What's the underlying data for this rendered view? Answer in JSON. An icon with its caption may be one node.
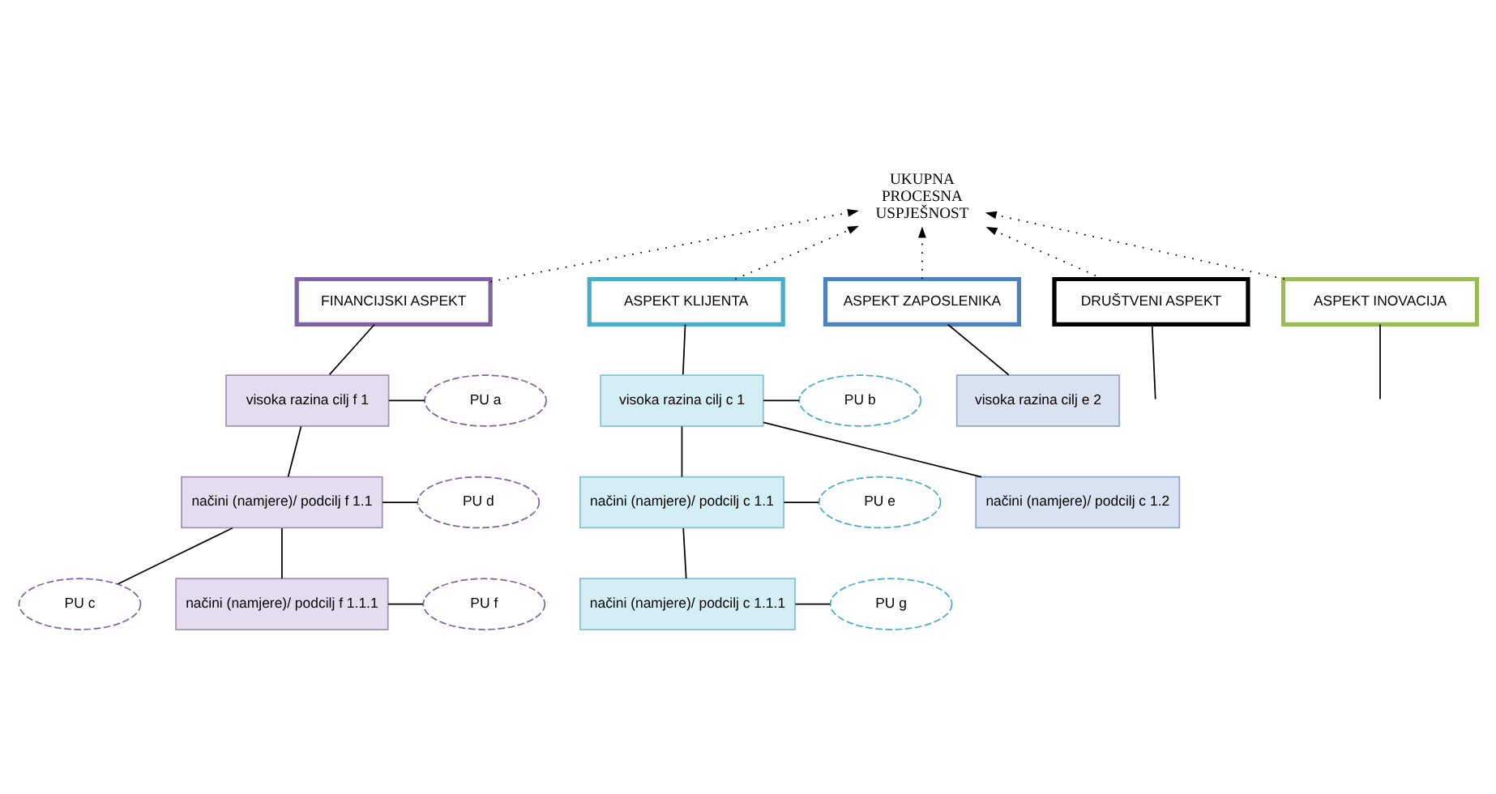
{
  "diagram": {
    "nodes": [
      {
        "text": [
          "UKUPNA PROCESNA USPJEŠNOST"
        ]
      },
      {
        "text": [
          "FINANCIJSKI ASPEKT"
        ]
      },
      {
        "text": [
          "ASPEKT KLIJENTA"
        ]
      },
      {
        "text": [
          "ASPEKT ZAPOSLENIKA"
        ]
      },
      {
        "text": [
          "DRUŠTVENI ASPEKT"
        ]
      },
      {
        "text": [
          "ASPEKT INOVACIJA"
        ]
      },
      {
        "text": [
          "visoka razina cilj f 1"
        ]
      },
      {
        "text": [
          "PU a"
        ]
      },
      {
        "text": [
          "PU c"
        ]
      },
      {
        "text": [
          "načini (namjere)/ podcilj f 1.1"
        ]
      },
      {
        "text": [
          "PU d"
        ]
      },
      {
        "text": [
          "načini (namjere)/ podcilj f 1.1.1"
        ]
      },
      {
        "text": [
          "PU f"
        ]
      },
      {
        "text": [
          "visoka razina cilj c 1"
        ]
      },
      {
        "text": [
          "PU b"
        ]
      },
      {
        "text": [
          "načini (namjere)/ podcilj c 1.1"
        ]
      },
      {
        "text": [
          "PU e"
        ]
      },
      {
        "text": [
          "načini (namjere)/ podcilj c 1.1.1"
        ]
      },
      {
        "text": [
          "PU g"
        ]
      },
      {
        "text": [
          "visoka razina cilj e 2"
        ]
      },
      {
        "text": [
          "načini (namjere)/ podcilj c 1.2"
        ]
      }
    ],
    "edges": [
      {
        "from": 1,
        "to": 0,
        "arrow": "to",
        "style": "dashed"
      },
      {
        "from": 2,
        "to": 0,
        "arrow": "to",
        "style": "dashed"
      },
      {
        "from": 3,
        "to": 0,
        "arrow": "to",
        "style": "dashed"
      },
      {
        "from": 4,
        "to": 0,
        "arrow": "to",
        "style": "dashed"
      },
      {
        "from": 5,
        "to": 0,
        "arrow": "to",
        "style": "dashed"
      },
      {
        "from": 1,
        "to": 6,
        "arrow": "none"
      },
      {
        "from": 6,
        "to": 7,
        "arrow": "none"
      },
      {
        "from": 6,
        "to": 9,
        "arrow": "none"
      },
      {
        "from": 9,
        "to": 8,
        "arrow": "none"
      },
      {
        "from": 9,
        "to": 10,
        "arrow": "none"
      },
      {
        "from": 9,
        "to": 11,
        "arrow": "none"
      },
      {
        "from": 11,
        "to": 12,
        "arrow": "none"
      },
      {
        "from": 2,
        "to": 13,
        "arrow": "none"
      },
      {
        "from": 13,
        "to": 14,
        "arrow": "none"
      },
      {
        "from": 13,
        "to": 15,
        "arrow": "none"
      },
      {
        "from": 15,
        "to": 16,
        "arrow": "none"
      },
      {
        "from": 15,
        "to": 17,
        "arrow": "none"
      },
      {
        "from": 17,
        "to": 18,
        "arrow": "none"
      },
      {
        "from": 13,
        "to": 20,
        "arrow": "none"
      },
      {
        "from": 3,
        "to": 19,
        "arrow": "none"
      },
      {
        "from": 4,
        "to": null,
        "arrow": "none"
      },
      {
        "from": 5,
        "to": null,
        "arrow": "none"
      }
    ]
  }
}
